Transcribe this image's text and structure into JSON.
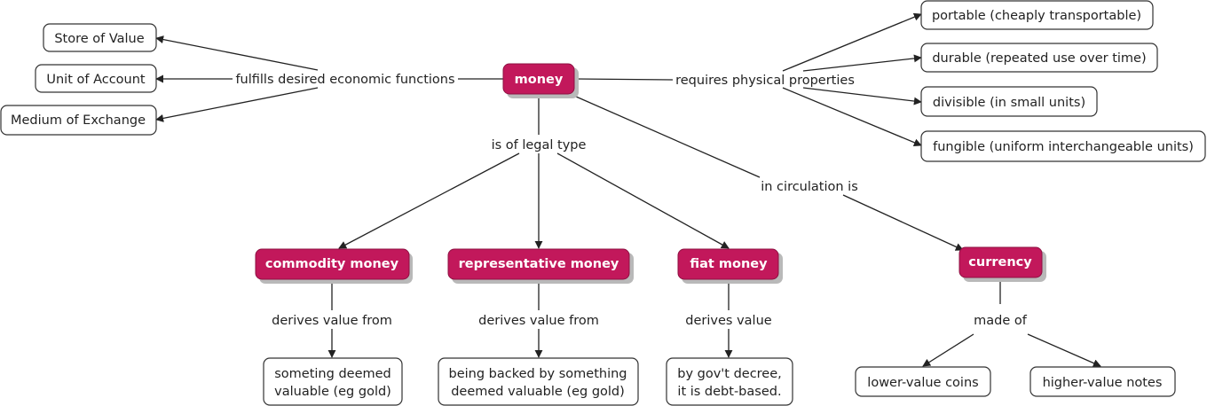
{
  "colors": {
    "hub": "#c2185b",
    "hub_border": "#8e1042",
    "hub_text": "#ffffff",
    "box_border": "#333333",
    "line": "#222222"
  },
  "hubs": {
    "money": "money",
    "commodity": "commodity money",
    "representative": "representative money",
    "fiat": "fiat money",
    "currency": "currency"
  },
  "functions": {
    "link": "fulfills desired economic functions",
    "items": [
      "Store of Value",
      "Unit of Account",
      "Medium of Exchange"
    ]
  },
  "properties": {
    "link": "requires physical properties",
    "items": [
      "portable (cheaply transportable)",
      "durable (repeated use over time)",
      "divisible (in small units)",
      "fungible (uniform interchangeable units)"
    ]
  },
  "legal_type": {
    "link": "is of legal type"
  },
  "circulation": {
    "link": "in circulation is"
  },
  "commodity_value": {
    "link": "derives value from",
    "lines": [
      "someting deemed",
      "valuable (eg gold)"
    ]
  },
  "representative_value": {
    "link": "derives value from",
    "lines": [
      "being backed by something",
      "deemed valuable (eg gold)"
    ]
  },
  "fiat_value": {
    "link": "derives value",
    "lines": [
      "by gov't decree,",
      "it is debt-based."
    ]
  },
  "currency_parts": {
    "link": "made of",
    "items": [
      "lower-value coins",
      "higher-value notes"
    ]
  }
}
